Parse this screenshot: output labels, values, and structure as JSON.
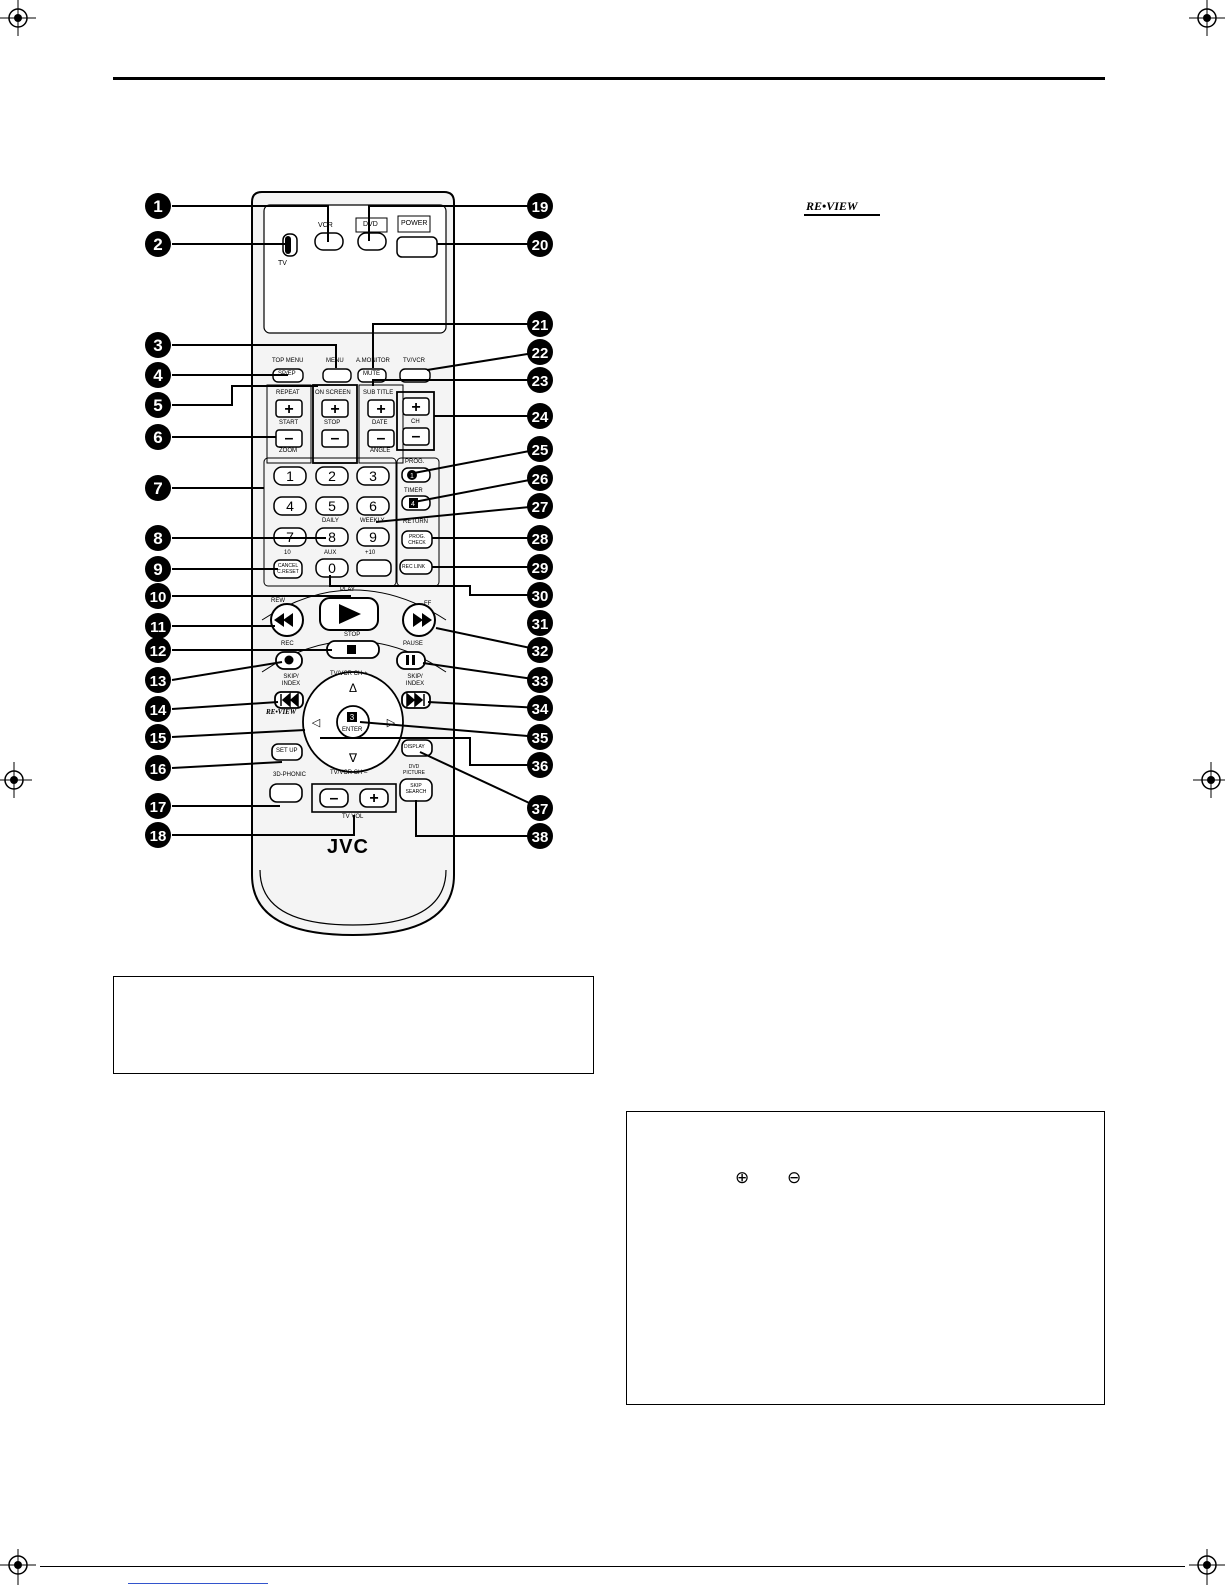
{
  "remote": {
    "brand": "JVC",
    "top_buttons": {
      "vcr": "VCR",
      "dvd": "DVD",
      "power": "POWER",
      "tv_dot": "TV"
    },
    "menu_row": {
      "top_menu": "TOP MENU",
      "menu": "MENU",
      "a_monitor": "A.MONITOR",
      "tv_vcr": "TV/VCR"
    },
    "mode_row": {
      "sp_ep": "SP/EP",
      "mute": "MUTE"
    },
    "rocker_labels": {
      "repeat": "REPEAT",
      "start": "START",
      "zoom": "ZOOM",
      "on_screen": "ON SCREEN",
      "stop": "STOP",
      "sub_title": "SUB TITLE",
      "date": "DATE",
      "angle": "ANGLE",
      "ch": "CH"
    },
    "numpad": [
      "1",
      "2",
      "3",
      "4",
      "5",
      "6",
      "7",
      "8",
      "9",
      "0"
    ],
    "numpad_labels": {
      "daily": "DAILY",
      "weekly": "WEEKLY",
      "ten": "10",
      "aux": "AUX",
      "plus10": "+10"
    },
    "side_buttons": {
      "prog": "PROG.",
      "timer": "TIMER",
      "return": "RETURN",
      "prog_check": "PROG. CHECK",
      "rec_link": "REC LINK"
    },
    "cancel": "CANCEL C.RESET",
    "transport": {
      "rew": "REW",
      "ff": "FF",
      "play": "PLAY",
      "stop": "STOP",
      "rec": "REC",
      "pause": "PAUSE"
    },
    "skip_left": "SKIP/ INDEX",
    "skip_right": "SKIP/ INDEX",
    "review": "RE•VIEW",
    "tv_vcr_ch_plus": "TV/VCR CH +",
    "tv_vcr_ch_minus": "TV/VCR CH –",
    "enter": "ENTER",
    "set_up": "SET UP",
    "display": "DISPLAY",
    "phonic": "3D-PHONIC",
    "dvd_picture": "DVD PICTURE",
    "skip_search": "SKIP SEARCH",
    "tv_vol": "TV VOL"
  },
  "callouts_left": [
    "1",
    "2",
    "3",
    "4",
    "5",
    "6",
    "7",
    "8",
    "9",
    "10",
    "11",
    "12",
    "13",
    "14",
    "15",
    "16",
    "17",
    "18"
  ],
  "callouts_right": [
    "19",
    "20",
    "21",
    "22",
    "23",
    "24",
    "25",
    "26",
    "27",
    "28",
    "29",
    "30",
    "31",
    "32",
    "33",
    "34",
    "35",
    "36",
    "37",
    "38"
  ],
  "right_column": {
    "review_logo": "RE•VIEW"
  },
  "note_box": {
    "plus_symbol": "⊕",
    "minus_symbol": "⊖"
  }
}
